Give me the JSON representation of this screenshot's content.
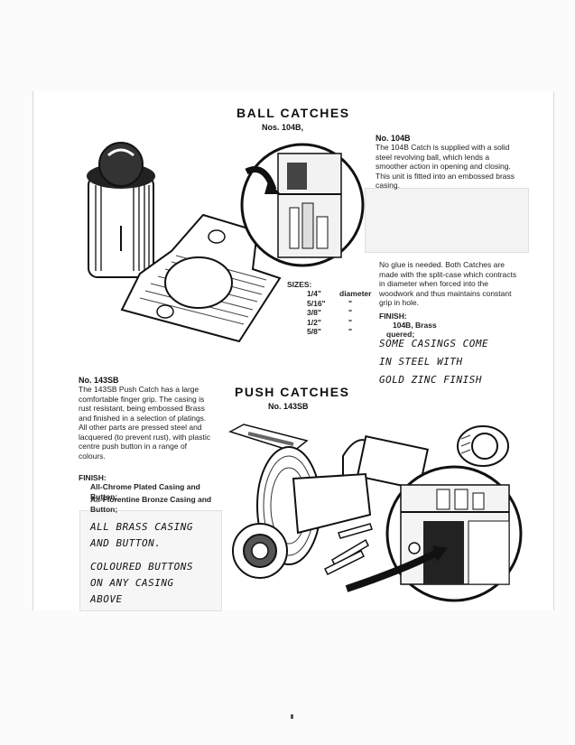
{
  "ball": {
    "title": "BALL CATCHES",
    "subtitle": "Nos. 104B,",
    "no104_heading": "No. 104B",
    "no104_text": "The 104B Catch is supplied with a solid steel revolving ball, which lends a smoother action in opening and closing. This unit is fitted into an embossed brass casing.",
    "glue_text": "No glue is needed. Both Catches are made with the split-case which contracts in diameter when forced into the woodwork and thus maintains constant grip in hole.",
    "finish_label": "FINISH:",
    "finish_lines": [
      "104B, Brass",
      "quered;"
    ],
    "sizes_label": "SIZES:",
    "sizes": [
      {
        "size": "1/4\"",
        "note": "diameter"
      },
      {
        "size": "5/16\"",
        "note": "\""
      },
      {
        "size": "3/8\"",
        "note": "\""
      },
      {
        "size": "1/2\"",
        "note": "\""
      },
      {
        "size": "5/8\"",
        "note": "\""
      }
    ]
  },
  "push": {
    "title": "PUSH CATCHES",
    "subtitle": "No. 143SB",
    "heading": "No. 143SB",
    "text": "The 143SB Push Catch has a large comfortable finger grip. The casing is rust resistant, being embossed Brass and finished in a selection of platings. All other parts are pressed steel and lacquered (to prevent rust), with plastic centre push button in a range of colours.",
    "finish_label": "FINISH:",
    "finish_lines": [
      "All-Chrome Plated Casing and Button;",
      "All-Florentine Bronze Casing and Button;"
    ]
  },
  "handwritten": {
    "top": [
      "SOME CASINGS COME",
      "IN STEEL WITH",
      "GOLD ZINC FINISH"
    ],
    "bottom": [
      "ALL BRASS CASING",
      "AND BUTTON.",
      "",
      "COLOURED BUTTONS",
      "ON ANY CASING",
      "ABOVE"
    ]
  }
}
